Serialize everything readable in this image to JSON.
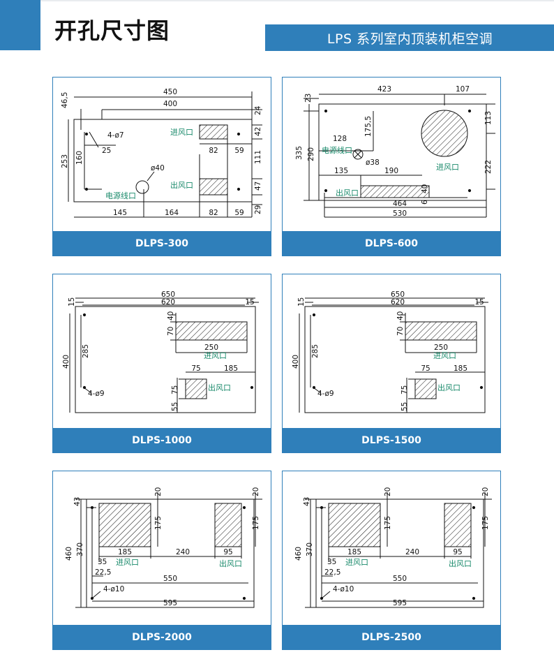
{
  "page": {
    "title": "开孔尺寸图",
    "banner": "LPS 系列室内顶装机柜空调"
  },
  "labels": {
    "inlet": "进风口",
    "outlet": "出风口",
    "power": "电源线口"
  },
  "models": [
    {
      "name": "DLPS-300",
      "dims": {
        "w_top": "450",
        "w_inner": "400",
        "h_left": "46,5",
        "h_total": "253",
        "h_160": "160",
        "holes": "4-ø7",
        "d25": "25",
        "power_d": "ø40",
        "r24": "24",
        "r42": "42",
        "r111": "111",
        "r47": "47",
        "r29": "29",
        "b145": "145",
        "b164": "164",
        "b82": "82",
        "b59": "59",
        "t82": "82",
        "t59": "59"
      }
    },
    {
      "name": "DLPS-600",
      "dims": {
        "w_top": "423",
        "w_right": "107",
        "h23": "23",
        "h_total": "335",
        "h290": "290",
        "h175": "175,5",
        "d128": "128",
        "power_d": "ø38",
        "r113": "113",
        "r222": "222",
        "d135": "135",
        "d190": "190",
        "r40": "40",
        "r6": "6",
        "b464": "464",
        "b530": "530"
      }
    },
    {
      "name": "DLPS-1000",
      "dims": {
        "w650": "650",
        "w620": "620",
        "l15": "15",
        "r15": "15",
        "h400": "400",
        "h285": "285",
        "holes": "4-ø9",
        "h70": "70",
        "h40": "40",
        "w250": "250",
        "w75": "75",
        "w185": "185",
        "h75": "75",
        "h55": "55"
      }
    },
    {
      "name": "DLPS-1500",
      "dims": {
        "w650": "650",
        "w620": "620",
        "l15": "15",
        "r15": "15",
        "h400": "400",
        "h285": "285",
        "holes": "4-ø9",
        "h70": "70",
        "h40": "40",
        "w250": "250",
        "w75": "75",
        "w185": "185",
        "h75": "75",
        "h55": "55"
      }
    },
    {
      "name": "DLPS-2000",
      "dims": {
        "h43": "43",
        "t20": "20",
        "r20": "20",
        "h175a": "175",
        "h175b": "175",
        "h460": "460",
        "h370": "370",
        "w185": "185",
        "w240": "240",
        "w95": "95",
        "d35": "35",
        "d225": "22,5",
        "w550": "550",
        "holes": "4-ø10",
        "w595": "595"
      }
    },
    {
      "name": "DLPS-2500",
      "dims": {
        "h43": "43",
        "t20": "20",
        "r20": "20",
        "h175a": "175",
        "h175b": "175",
        "h460": "460",
        "h370": "370",
        "w185": "185",
        "w240": "240",
        "w95": "95",
        "d35": "35",
        "d225": "22,5",
        "w550": "550",
        "holes": "4-ø10",
        "w595": "595"
      }
    }
  ],
  "colors": {
    "accent": "#2f7fba",
    "label_green": "#1a8a6b",
    "hatch": "#111111"
  }
}
